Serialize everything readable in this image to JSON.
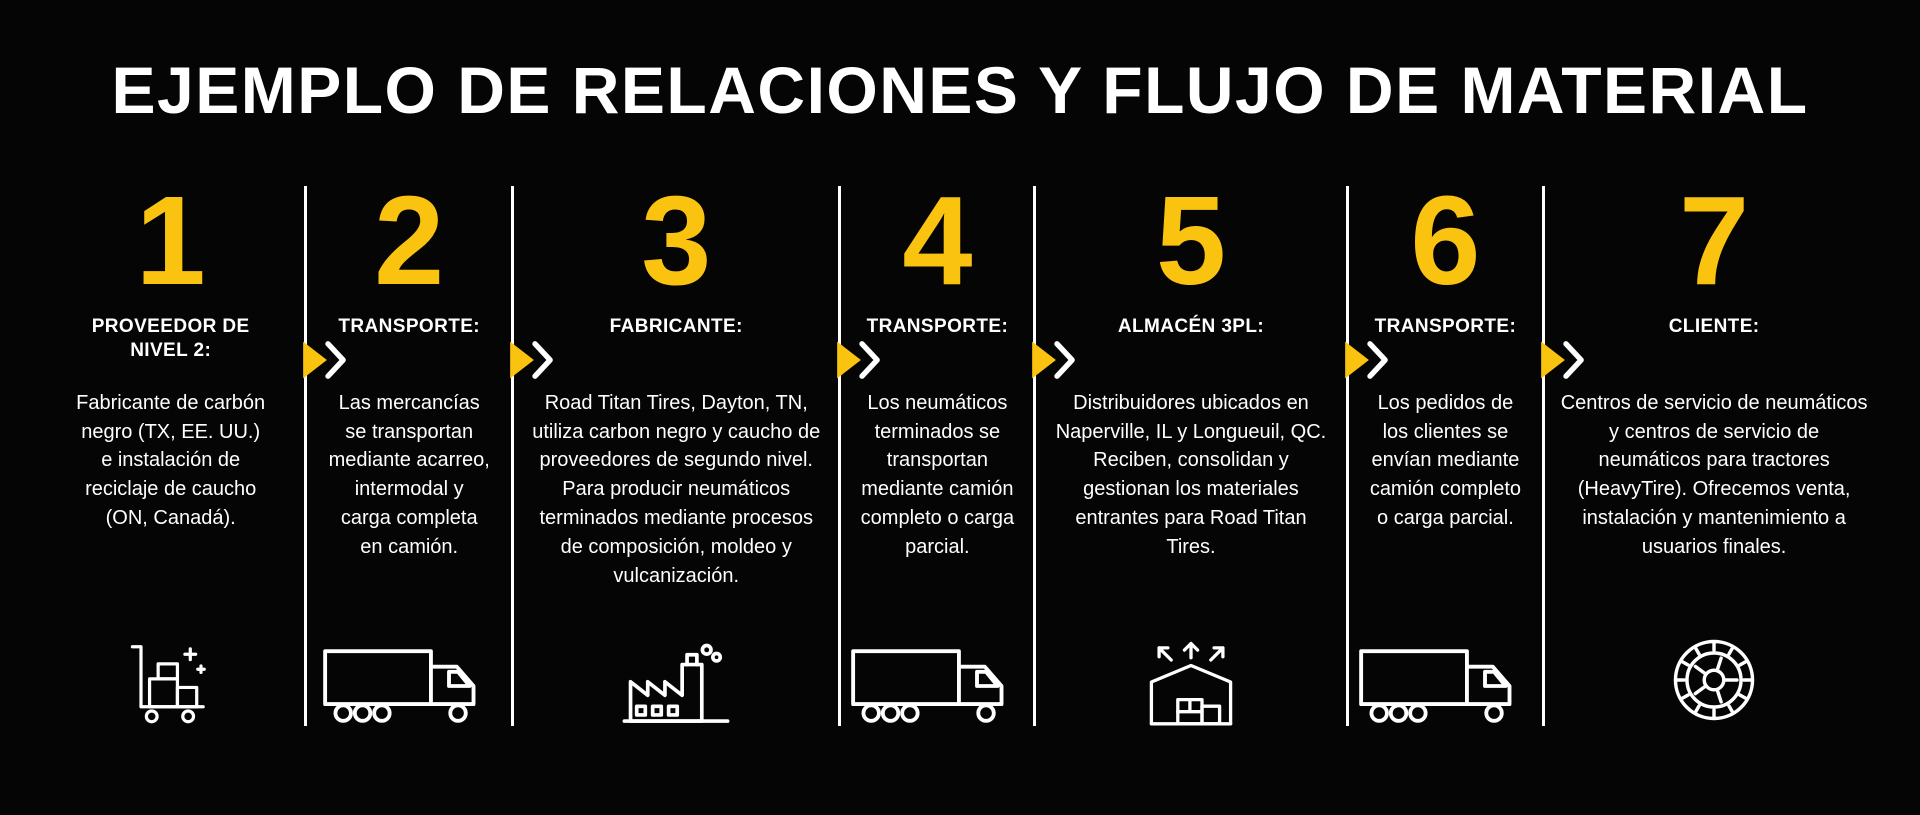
{
  "title": "EJEMPLO DE RELACIONES Y FLUJO DE MATERIAL",
  "colors": {
    "background": "#050505",
    "accent": "#F9C310",
    "text": "#FFFFFF"
  },
  "divider": {
    "arrow_icon": "chevron-right-icon"
  },
  "steps": [
    {
      "number": "1",
      "heading": "PROVEEDOR DE\nNIVEL 2:",
      "body": "Fabricante de carbón\nnegro (TX, EE. UU.)\ne instalación de\nreciclaje de caucho\n(ON, Canadá).",
      "icon": "handcart-icon"
    },
    {
      "number": "2",
      "heading": "TRANSPORTE:",
      "body": "Las mercancías se transportan mediante acarreo, intermodal y carga completa en camión.",
      "icon": "truck-icon"
    },
    {
      "number": "3",
      "heading": "FABRICANTE:",
      "body": "Road Titan Tires, Dayton, TN, utiliza carbon negro y caucho de proveedores de segundo nivel.\nPara producir neumáticos terminados mediante procesos de composición, moldeo y vulcanización.",
      "icon": "factory-icon"
    },
    {
      "number": "4",
      "heading": "TRANSPORTE:",
      "body": "Los neumáticos terminados se transportan mediante camión completo o carga parcial.",
      "icon": "truck-icon"
    },
    {
      "number": "5",
      "heading": "ALMACÉN 3PL:",
      "body": "Distribuidores ubicados en Naperville, IL y Longueuil, QC. Reciben, consolidan y gestionan los materiales entrantes para Road Titan Tires.",
      "icon": "warehouse-arrows-icon"
    },
    {
      "number": "6",
      "heading": "TRANSPORTE:",
      "body": "Los pedidos de los clientes se envían mediante camión completo o carga parcial.",
      "icon": "truck-icon"
    },
    {
      "number": "7",
      "heading": "CLIENTE:",
      "body": "Centros de servicio de neumáticos y centros de servicio de neumáticos para tractores (HeavyTire). Ofrecemos venta, instalación y mantenimiento a usuarios finales.",
      "icon": "tire-icon"
    }
  ]
}
